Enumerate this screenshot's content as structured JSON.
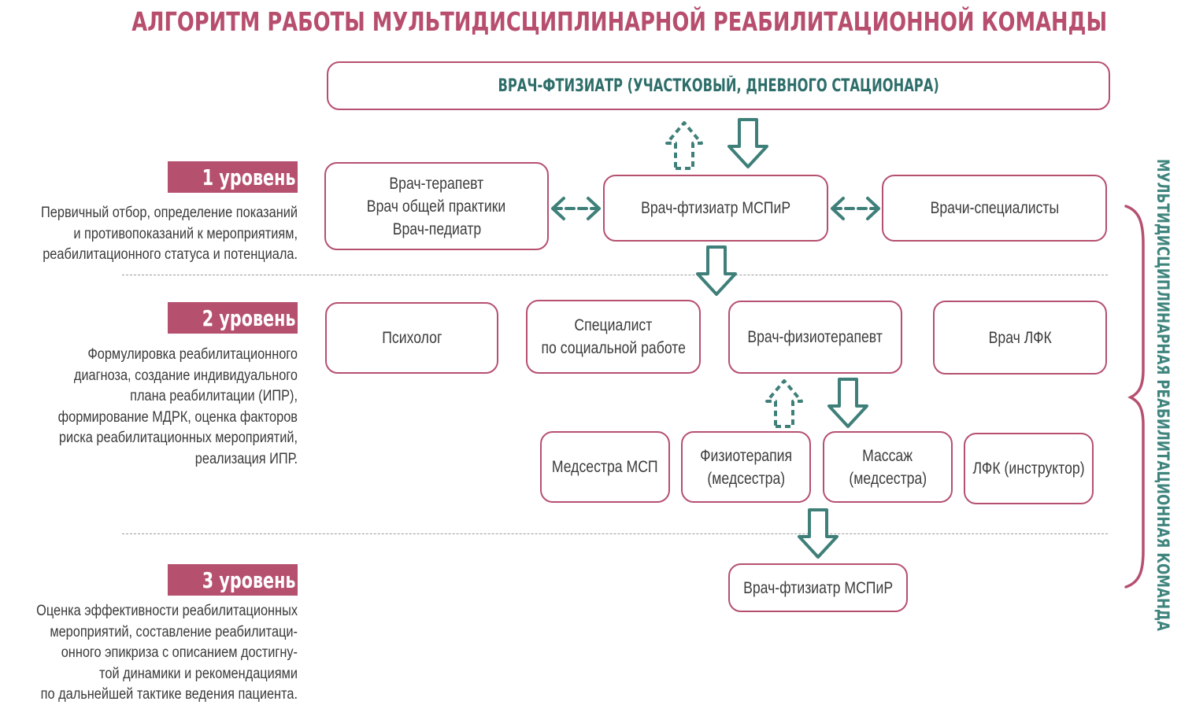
{
  "title": "АЛГОРИТМ РАБОТЫ МУЛЬТИДИСЦИПЛИНАРНОЙ РЕАБИЛИТАЦИОННОЙ КОМАНДЫ",
  "top_box": "ВРАЧ-ФТИЗИАТР (УЧАСТКОВЫЙ, ДНЕВНОГО СТАЦИОНАРА)",
  "side_label": "МУЛЬТИДИСЦИПЛИНАРНАЯ РЕАБИЛИТАЦИОННАЯ КОМАНДА",
  "colors": {
    "accent": "#b6506f",
    "teal": "#3f857e",
    "title": "#b84e6d"
  },
  "levels": [
    {
      "label": "1 уровень",
      "desc": [
        "Первичный отбор, определение показаний",
        "и противопоказаний к мероприятиям,",
        "реабилитационного статуса и потенциала."
      ]
    },
    {
      "label": "2 уровень",
      "desc": [
        "Формулировка реабилитационного",
        "диагноза, создание индивидуального",
        "плана реабилитации (ИПР),",
        "формирование МДРК, оценка факторов",
        "риска реабилитационных мероприятий,",
        "реализация ИПР."
      ]
    },
    {
      "label": "3 уровень",
      "desc": [
        "Оценка эффективности реабилитационных",
        "мероприятий, составление реабилитаци-",
        "онного эпикриза с описанием достигну-",
        "той динамики и рекомендациями",
        "по дальнейшей тактике ведения пациента."
      ]
    }
  ],
  "nodes": {
    "therapist": [
      "Врач-терапевт",
      "Врач общей практики",
      "Врач-педиатр"
    ],
    "phthisiatrician": [
      "Врач-фтизиатр МСПиР"
    ],
    "specialists": [
      "Врачи-специалисты"
    ],
    "psychologist": [
      "Психолог"
    ],
    "social_worker": [
      "Специалист",
      "по социальной работе"
    ],
    "physiotherapist": [
      "Врач-физиотерапевт"
    ],
    "lfk_doctor": [
      "Врач ЛФК"
    ],
    "nurse": [
      "Медсестра МСП"
    ],
    "physio_nurse": [
      "Физиотерапия",
      "(медсестра)"
    ],
    "massage": [
      "Массаж",
      "(медсестра)"
    ],
    "lfk_instructor": [
      "ЛФК (инструктор)"
    ],
    "final": [
      "Врач-фтизиатр МСПиР"
    ]
  }
}
